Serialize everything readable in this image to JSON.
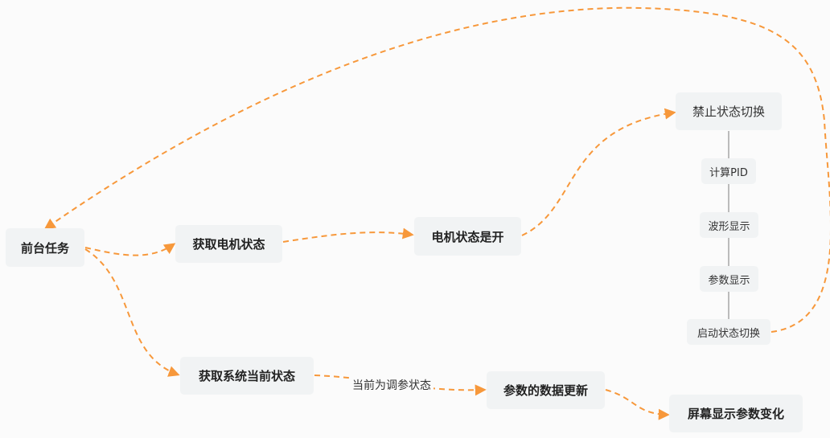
{
  "colors": {
    "edge": "#f7983b",
    "node_bg": "#f1f3f4",
    "connector": "#bbbbbb"
  },
  "nodes": {
    "foreground_task": "前台任务",
    "get_motor_state": "获取电机状态",
    "motor_on": "电机状态是开",
    "disable_switch": "禁止状态切换",
    "calc_pid": "计算PID",
    "waveform": "波形显示",
    "param_display": "参数显示",
    "enable_switch": "启动状态切换",
    "get_system_state": "获取系统当前状态",
    "param_update": "参数的数据更新",
    "screen_update": "屏幕显示参数变化"
  },
  "edge_labels": {
    "tuning": "当前为调参状态"
  }
}
